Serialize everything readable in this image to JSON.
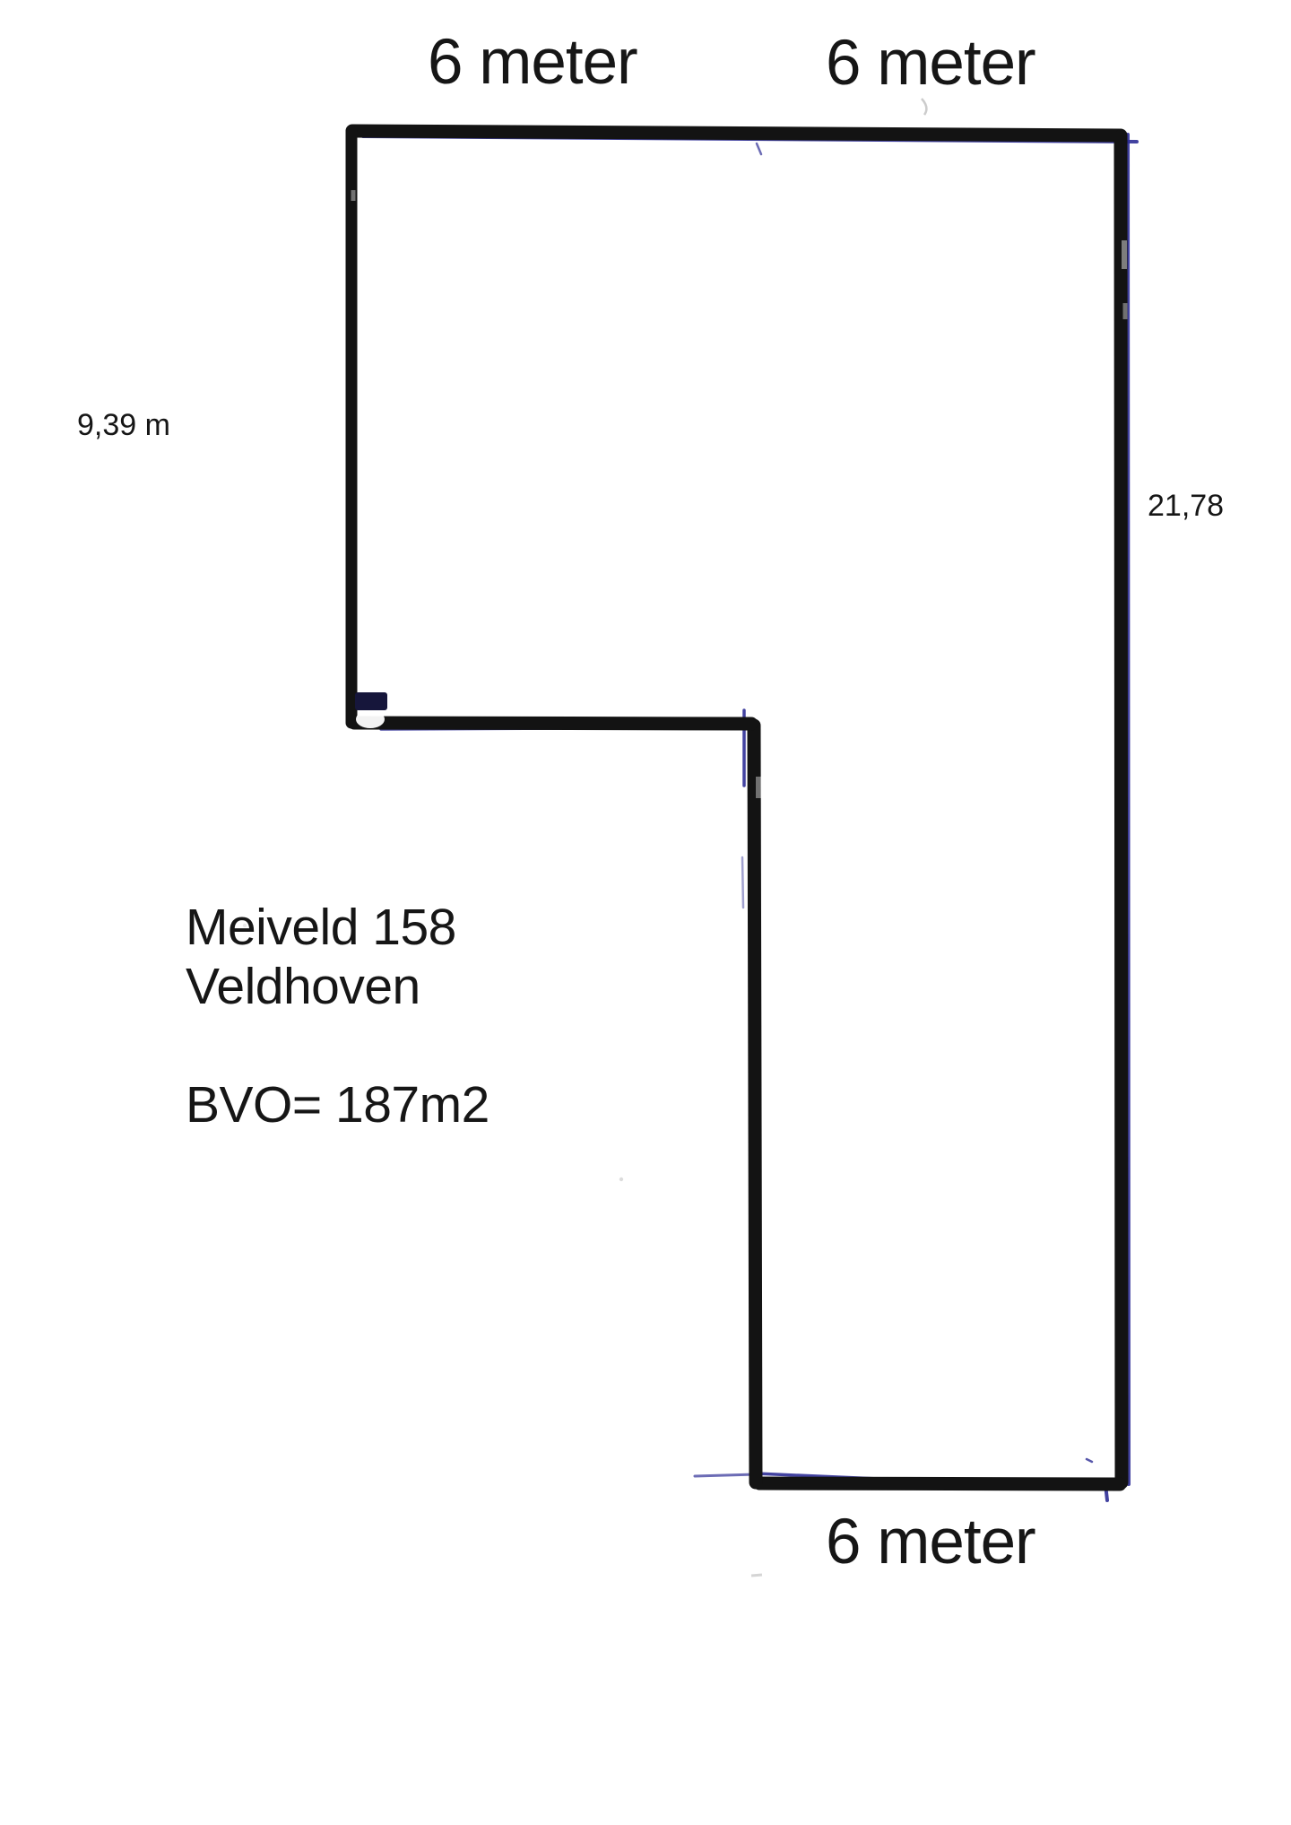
{
  "page": {
    "background": "#ffffff",
    "marker_black": "#131313",
    "pen_blue": "#2e2e96",
    "text_color": "#161616"
  },
  "floorplan": {
    "dimensions": {
      "top_left": "6 meter",
      "top_right": "6 meter",
      "left_height": "9,39 m",
      "right_height": "21,78",
      "bottom": "6 meter"
    },
    "annotation": {
      "address_line1": "Meiveld 158",
      "address_line2": "Veldhoven",
      "area": "BVO= 187m2"
    }
  }
}
